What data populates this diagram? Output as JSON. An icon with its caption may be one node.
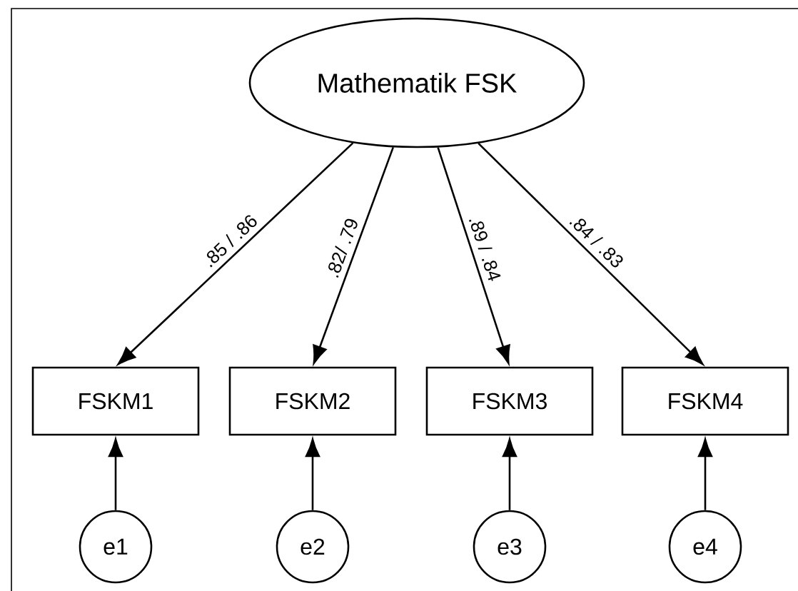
{
  "diagram": {
    "nodes": [
      {
        "text": [
          "Mathematik FSK"
        ]
      },
      {
        "text": [
          "FSKM1"
        ]
      },
      {
        "text": [
          "FSKM2"
        ]
      },
      {
        "text": [
          "FSKM3"
        ]
      },
      {
        "text": [
          "FSKM4"
        ]
      },
      {
        "text": [
          "e1"
        ]
      },
      {
        "text": [
          "e2"
        ]
      },
      {
        "text": [
          "e3"
        ]
      },
      {
        "text": [
          "e4"
        ]
      }
    ],
    "edges": [
      {
        "from": 0,
        "to": 1,
        "arrow": "to",
        "label": ".85 / .86"
      },
      {
        "from": 0,
        "to": 2,
        "arrow": "to",
        "label": ".82/ .79"
      },
      {
        "from": 0,
        "to": 3,
        "arrow": "to",
        "label": ".89 / .84"
      },
      {
        "from": 0,
        "to": 4,
        "arrow": "to",
        "label": ".84 / .83"
      },
      {
        "from": 5,
        "to": 1,
        "arrow": "to"
      },
      {
        "from": 6,
        "to": 2,
        "arrow": "to"
      },
      {
        "from": 7,
        "to": 3,
        "arrow": "to"
      },
      {
        "from": 8,
        "to": 4,
        "arrow": "to"
      }
    ]
  }
}
